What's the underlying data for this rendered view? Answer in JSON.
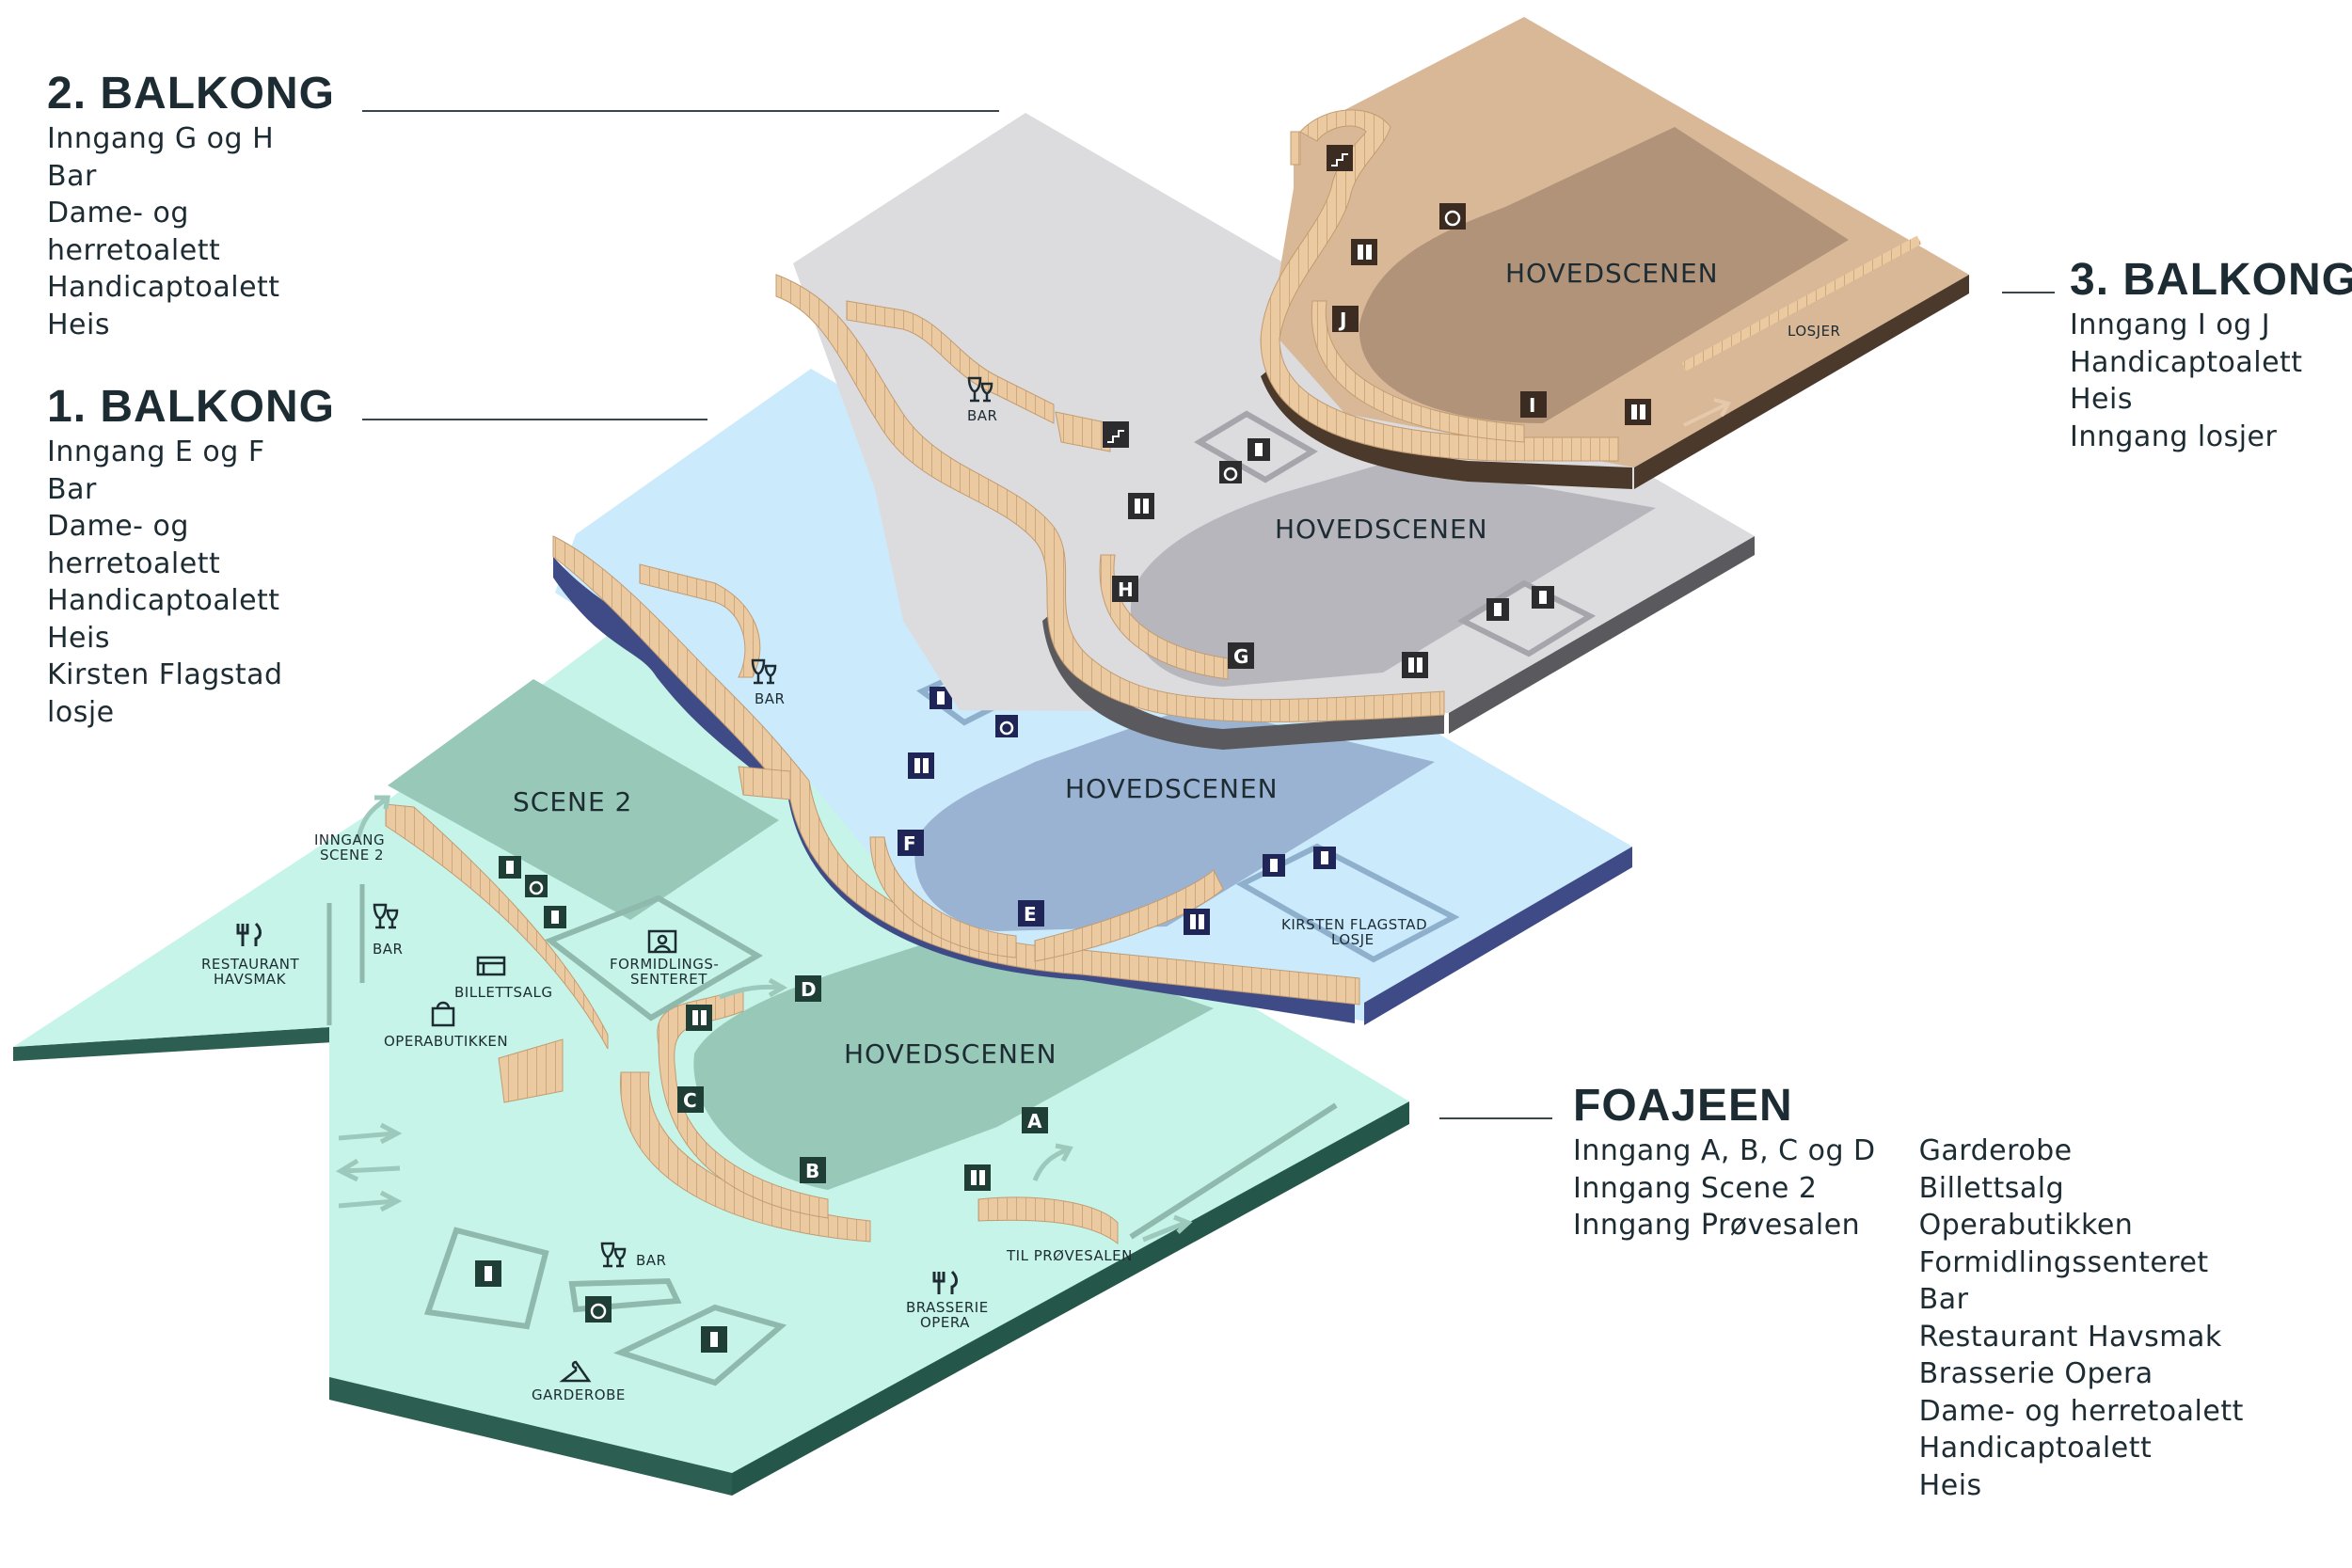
{
  "legends": {
    "balkong_2": {
      "title": "2. BALKONG",
      "items": [
        "Inngang G og H",
        "Bar",
        "Dame- og",
        "herretoalett",
        "Handicaptoalett",
        "Heis"
      ]
    },
    "balkong_1": {
      "title": "1. BALKONG",
      "items": [
        "Inngang E og F",
        "Bar",
        "Dame- og",
        "herretoalett",
        "Handicaptoalett",
        "Heis",
        "Kirsten Flagstad",
        "losje"
      ]
    },
    "balkong_3": {
      "title": "3. BALKONG",
      "items": [
        "Inngang I og J",
        "Handicaptoalett",
        "Heis",
        "Inngang losjer"
      ]
    },
    "foajeen": {
      "title": "FOAJEEN",
      "col1": [
        "Inngang A, B, C og D",
        "Inngang Scene 2",
        "Inngang Prøvesalen"
      ],
      "col2": [
        "Garderobe",
        "Billettsalg",
        "Operabutikken",
        "Formidlingssenteret",
        "Bar",
        "Restaurant Havsmak",
        "Brasserie Opera",
        "Dame- og herretoalett",
        "Handicaptoalett",
        "Heis"
      ]
    }
  },
  "map": {
    "stages": {
      "hovedscenen_3": "HOVEDSCENEN",
      "hovedscenen_2": "HOVEDSCENEN",
      "hovedscenen_1": "HOVEDSCENEN",
      "hovedscenen_0": "HOVEDSCENEN",
      "scene_2": "SCENE 2"
    },
    "labels": {
      "losjer": "LOSJER",
      "bar_2": "BAR",
      "bar_1": "BAR",
      "kirsten_line1": "KIRSTEN FLAGSTAD",
      "kirsten_line2": "LOSJE",
      "inngang_scene2_line1": "INNGANG",
      "inngang_scene2_line2": "SCENE 2",
      "restaurant_line1": "RESTAURANT",
      "restaurant_line2": "HAVSMAK",
      "bar_foyer_left": "BAR",
      "billettsalg": "BILLETTSALG",
      "formidling_line1": "FORMIDLINGS-",
      "formidling_line2": "SENTERET",
      "operabutikken": "OPERABUTIKKEN",
      "bar_foyer": "BAR",
      "garderobe": "GARDEROBE",
      "brasserie_line1": "BRASSERIE",
      "brasserie_line2": "OPERA",
      "til_provesalen": "TIL PRØVESALEN"
    },
    "entrances": [
      "A",
      "B",
      "C",
      "D",
      "E",
      "F",
      "G",
      "H",
      "I",
      "J"
    ],
    "colors": {
      "foyer_floor": "#c6f4e8",
      "foyer_edge": "#2c5e52",
      "foyer_stage": "#98c9b8",
      "balkong1_floor": "#cbeafb",
      "balkong1_edge": "#3f4b86",
      "balkong1_stage": "#9bb3d2",
      "balkong2_floor": "#dcdcdf",
      "balkong2_edge": "#5a5a5e",
      "balkong2_stage": "#b6b6bc",
      "balkong3_floor": "#d8b897",
      "balkong3_edge": "#4b3a2c",
      "balkong3_stage": "#b09379",
      "wood": "#eccaa1",
      "wood_line": "#c39b70",
      "marker_foyer": "#1f3e36",
      "marker_b1": "#1f2657",
      "marker_b2": "#2c2c2e",
      "marker_b3": "#3b2b20"
    },
    "icons": [
      "restroom-icon",
      "wheelchair-icon",
      "elevator-icon",
      "wine-glass-icon",
      "cutlery-icon",
      "ticket-icon",
      "shopping-bag-icon",
      "exhibition-icon",
      "hanger-icon",
      "stairs-icon",
      "arrow-icon"
    ]
  }
}
